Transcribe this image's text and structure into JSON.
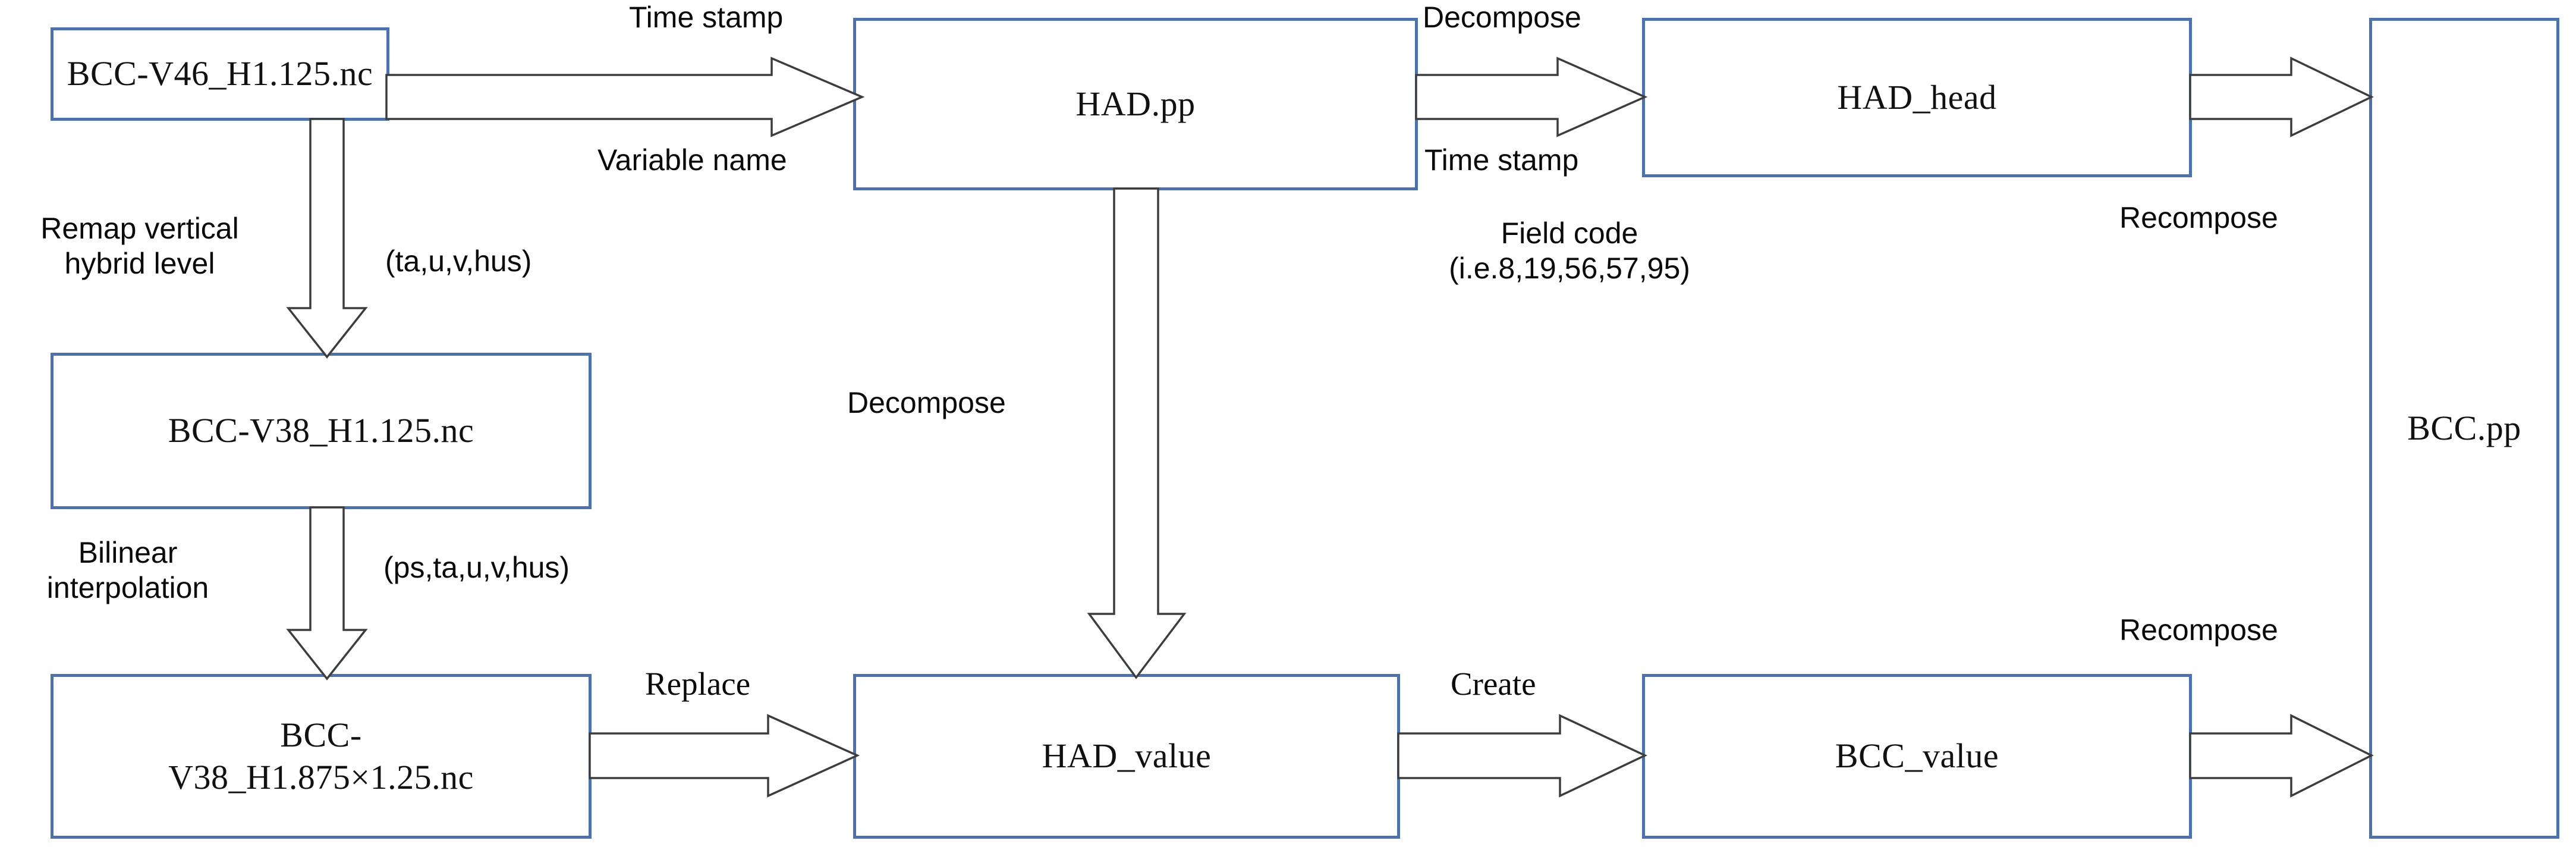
{
  "diagram": {
    "title": "BCC / HAD data conversion workflow",
    "accent_border_color": "#4A72B0",
    "arrow_stroke_color": "#3d3d3d",
    "background_color": "#ffffff",
    "nodes": [
      {
        "id": "bcc_v46",
        "label": "BCC-V46_H1.125.nc"
      },
      {
        "id": "bcc_v38",
        "label": "BCC-V38_H1.125.nc"
      },
      {
        "id": "bcc_v38_1875",
        "label": "BCC-\nV38_H1.875×1.25.nc"
      },
      {
        "id": "had_pp",
        "label": "HAD.pp"
      },
      {
        "id": "had_head",
        "label": "HAD_head"
      },
      {
        "id": "had_value",
        "label": "HAD_value"
      },
      {
        "id": "bcc_value",
        "label": "BCC_value"
      },
      {
        "id": "bcc_pp",
        "label": "BCC.pp"
      }
    ],
    "edge_labels": [
      {
        "id": "time_stamp_1",
        "text": "Time stamp"
      },
      {
        "id": "variable_name",
        "text": "Variable name"
      },
      {
        "id": "decompose_top",
        "text": "Decompose"
      },
      {
        "id": "time_stamp_2",
        "text": "Time stamp"
      },
      {
        "id": "field_code",
        "text": "Field code\n(i.e.8,19,56,57,95)"
      },
      {
        "id": "recompose_top",
        "text": "Recompose"
      },
      {
        "id": "remap",
        "text": "Remap vertical\nhybrid level"
      },
      {
        "id": "vars_1",
        "text": "(ta,u,v,hus)"
      },
      {
        "id": "bilinear",
        "text": "Bilinear\ninterpolation"
      },
      {
        "id": "vars_2",
        "text": "(ps,ta,u,v,hus)"
      },
      {
        "id": "decompose_mid",
        "text": "Decompose"
      },
      {
        "id": "replace",
        "text": "Replace"
      },
      {
        "id": "create",
        "text": "Create"
      },
      {
        "id": "recompose_bot",
        "text": "Recompose"
      }
    ]
  }
}
